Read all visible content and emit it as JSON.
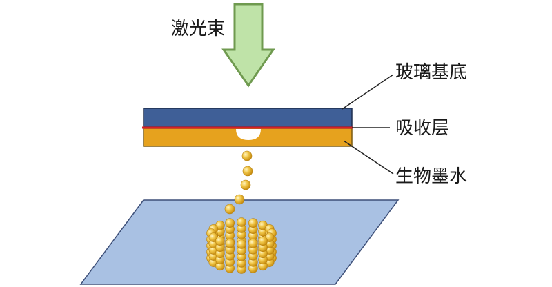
{
  "labels": {
    "laser": "激光束",
    "glass": "玻璃基底",
    "absorb": "吸收层",
    "ink": "生物墨水"
  },
  "colors": {
    "arrow_fill": "#bfe3a8",
    "arrow_stroke": "#6f9a4f",
    "glass": "#3f5f97",
    "absorb_layer": "#d81f26",
    "ink": "#e6a21e",
    "substrate": "#a9c1e3",
    "droplet": "#f2c84a"
  }
}
